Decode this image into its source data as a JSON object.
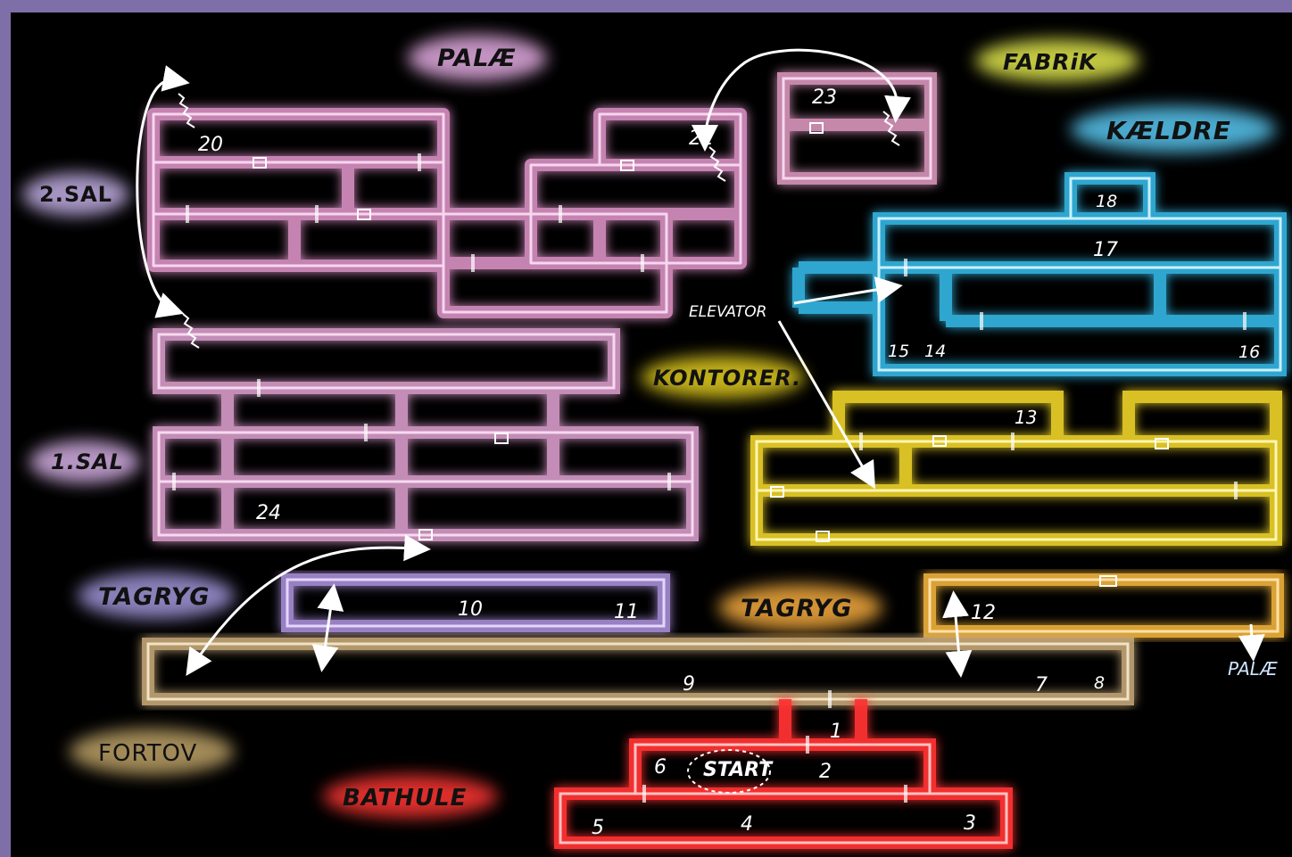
{
  "areas": {
    "palae": {
      "label": "PALÆ",
      "color": "#d7a3d6"
    },
    "fabrik": {
      "label": "FABRiK",
      "color": "#d7dd4a"
    },
    "kaeldre": {
      "label": "KÆLDRE",
      "color": "#4fb3d9"
    },
    "sal2": {
      "label": "2.SAL",
      "color": "#b8a6d8"
    },
    "sal1": {
      "label": "1.SAL",
      "color": "#c9a6d8"
    },
    "kontorer": {
      "label": "KONTORER.",
      "color": "#d7c21e"
    },
    "tagryg_left": {
      "label": "TAGRYG",
      "color": "#9a8fcf"
    },
    "tagryg_right": {
      "label": "TAGRYG",
      "color": "#e8a23a"
    },
    "fortov": {
      "label": "FORTOV",
      "color": "#b49a62"
    },
    "bathule": {
      "label": "BATHULE",
      "color": "#e8332e"
    }
  },
  "labels": {
    "elevator": "ELEVATOR",
    "start": "START",
    "palae_exit": "PALÆ"
  },
  "room_numbers": [
    "20",
    "22",
    "23",
    "18",
    "17",
    "15",
    "14",
    "16",
    "13",
    "24",
    "10",
    "11",
    "12",
    "9",
    "7",
    "8",
    "1",
    "6",
    "2",
    "5",
    "4",
    "3"
  ],
  "colors": {
    "palae_corridor": "#e89ad0",
    "sal1_corridor": "#e6a6d8",
    "fabrik_corridor": "#e8a0c8",
    "kaeldre_corridor": "#35b8e6",
    "kontorer_corridor": "#f0d52a",
    "tagryg_left_corridor": "#a98ed8",
    "tagryg_right_corridor": "#f2b43a",
    "fortov_corridor": "#c6a878",
    "bathule_corridor": "#ff3030"
  },
  "icons": [
    "stairs-icon",
    "computer-terminal-icon",
    "elevator-arrow-icon",
    "ladder-arrow-icon",
    "door-icon"
  ]
}
